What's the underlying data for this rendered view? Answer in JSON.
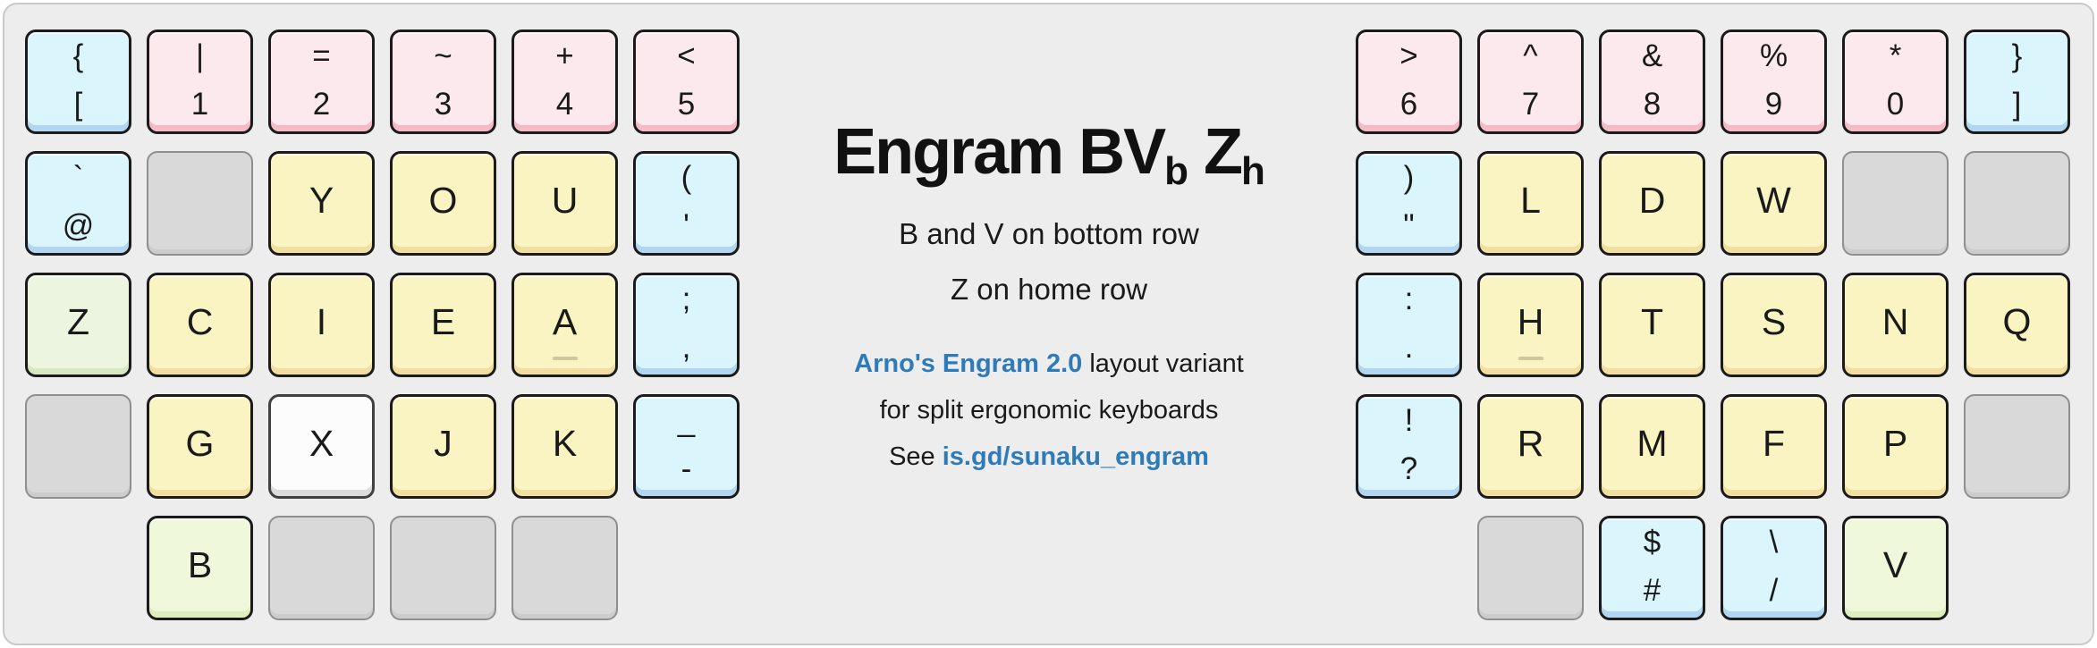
{
  "title": {
    "segments": [
      {
        "t": "Engram BV"
      },
      {
        "t": "b",
        "sub": true
      },
      {
        "t": " Z"
      },
      {
        "t": "h",
        "sub": true
      }
    ]
  },
  "tagline": [
    "B and V on bottom row",
    "Z on home row"
  ],
  "note": {
    "line1": [
      {
        "t": "Arno's Engram 2.0",
        "link": true,
        "name": "link-arnos-engram"
      },
      {
        "t": " layout variant"
      }
    ],
    "line2": [
      {
        "t": "for split ergonomic keyboards"
      }
    ],
    "line3": [
      {
        "t": "See "
      },
      {
        "t": "is.gd/sunaku_engram",
        "link": true,
        "name": "link-isgd-sunaku-engram"
      }
    ]
  },
  "colors": {
    "panel": "#ededed",
    "key_border": "#1b1b1b",
    "text": "#1a1a1a",
    "link": "#2f7bb9",
    "pink": "#fbe9ee",
    "pink_lip": "#f6bac7",
    "cyan": "#dbf5fc",
    "cyan_lip": "#b2d6f2",
    "yellow": "#faf3c2",
    "yellow_lip": "#f2dea1",
    "green": "#ecf5e0",
    "green_lip": "#d7e9c3",
    "lime": "#eff8da",
    "lime_lip": "#dfeebd",
    "gray": "#d9d9d9",
    "gray_border": "#8f8f8f",
    "white": "#fcfcfc",
    "white_lip": "#dcdcdc"
  },
  "keyboard": {
    "left": [
      [
        {
          "color": "cyan",
          "shift": "{",
          "base": "["
        },
        {
          "color": "pink",
          "shift": "|",
          "base": "1"
        },
        {
          "color": "pink",
          "shift": "=",
          "base": "2"
        },
        {
          "color": "pink",
          "shift": "~",
          "base": "3"
        },
        {
          "color": "pink",
          "shift": "+",
          "base": "4"
        },
        {
          "color": "pink",
          "shift": "<",
          "base": "5"
        }
      ],
      [
        {
          "color": "cyan",
          "shift": "`",
          "base": "@"
        },
        {
          "color": "gray",
          "blank": true
        },
        {
          "color": "yellow",
          "letter": "Y"
        },
        {
          "color": "yellow",
          "letter": "O"
        },
        {
          "color": "yellow",
          "letter": "U"
        },
        {
          "color": "cyan",
          "shift": "(",
          "base": "'"
        }
      ],
      [
        {
          "color": "green",
          "letter": "Z"
        },
        {
          "color": "yellow",
          "letter": "C"
        },
        {
          "color": "yellow",
          "letter": "I"
        },
        {
          "color": "yellow",
          "letter": "E"
        },
        {
          "color": "yellow",
          "letter": "A",
          "home": true
        },
        {
          "color": "cyan",
          "shift": ";",
          "base": ","
        }
      ],
      [
        {
          "color": "gray",
          "blank": true
        },
        {
          "color": "yellow",
          "letter": "G"
        },
        {
          "color": "white",
          "letter": "X"
        },
        {
          "color": "yellow",
          "letter": "J"
        },
        {
          "color": "yellow",
          "letter": "K"
        },
        {
          "color": "cyan",
          "shift": "_",
          "base": "-"
        }
      ],
      [
        null,
        {
          "color": "lime",
          "letter": "B"
        },
        {
          "color": "gray",
          "blank": true
        },
        {
          "color": "gray",
          "blank": true
        },
        {
          "color": "gray",
          "blank": true
        },
        null
      ]
    ],
    "right": [
      [
        {
          "color": "pink",
          "shift": ">",
          "base": "6"
        },
        {
          "color": "pink",
          "shift": "^",
          "base": "7"
        },
        {
          "color": "pink",
          "shift": "&",
          "base": "8"
        },
        {
          "color": "pink",
          "shift": "%",
          "base": "9"
        },
        {
          "color": "pink",
          "shift": "*",
          "base": "0"
        },
        {
          "color": "cyan",
          "shift": "}",
          "base": "]"
        }
      ],
      [
        {
          "color": "cyan",
          "shift": ")",
          "base": "\""
        },
        {
          "color": "yellow",
          "letter": "L"
        },
        {
          "color": "yellow",
          "letter": "D"
        },
        {
          "color": "yellow",
          "letter": "W"
        },
        {
          "color": "gray",
          "blank": true
        },
        {
          "color": "gray",
          "blank": true
        }
      ],
      [
        {
          "color": "cyan",
          "shift": ":",
          "base": "."
        },
        {
          "color": "yellow",
          "letter": "H",
          "home": true
        },
        {
          "color": "yellow",
          "letter": "T"
        },
        {
          "color": "yellow",
          "letter": "S"
        },
        {
          "color": "yellow",
          "letter": "N"
        },
        {
          "color": "yellow",
          "letter": "Q"
        }
      ],
      [
        {
          "color": "cyan",
          "shift": "!",
          "base": "?"
        },
        {
          "color": "yellow",
          "letter": "R"
        },
        {
          "color": "yellow",
          "letter": "M"
        },
        {
          "color": "yellow",
          "letter": "F"
        },
        {
          "color": "yellow",
          "letter": "P"
        },
        {
          "color": "gray",
          "blank": true
        }
      ],
      [
        null,
        {
          "color": "gray",
          "blank": true
        },
        {
          "color": "cyan",
          "shift": "$",
          "base": "#"
        },
        {
          "color": "cyan",
          "shift": "\\",
          "base": "/"
        },
        {
          "color": "lime",
          "letter": "V"
        },
        null
      ]
    ]
  }
}
